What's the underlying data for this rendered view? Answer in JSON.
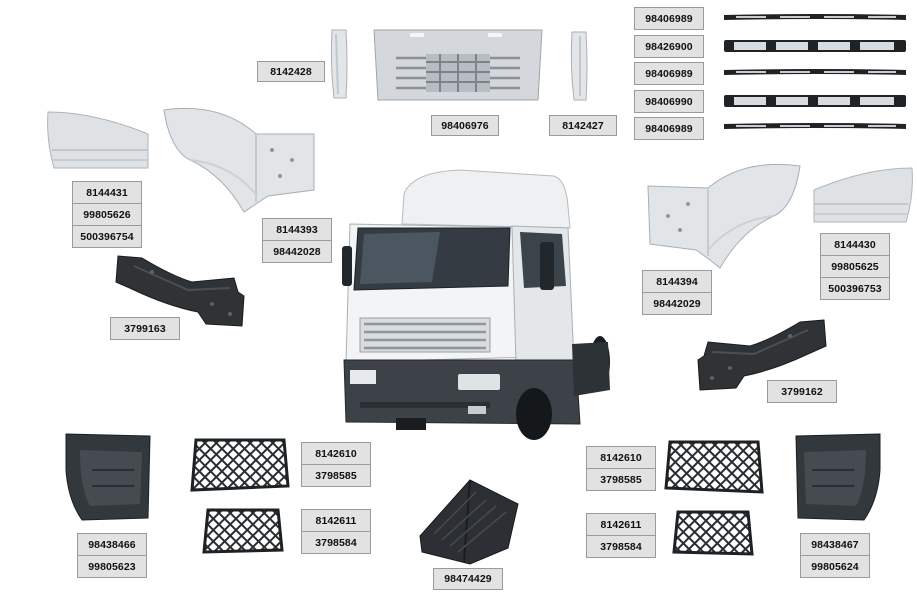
{
  "codes": {
    "deflector_left": "8142428",
    "grille": "98406976",
    "deflector_right": "8142427",
    "grille_strips": [
      "98406989",
      "98426900",
      "98406989",
      "98406990",
      "98406989"
    ],
    "fender_left_rear": [
      "8144431",
      "99805626",
      "500396754"
    ],
    "fender_left_front": [
      "8144393",
      "98442028"
    ],
    "fender_right_front": [
      "8144394",
      "98442029"
    ],
    "fender_right_rear": [
      "8144430",
      "99805625",
      "500396753"
    ],
    "bracket_left": "3799163",
    "bracket_right": "3799162",
    "mesh_left_upper": [
      "8142610",
      "3798585"
    ],
    "mesh_left_lower": [
      "8142611",
      "3798584"
    ],
    "mesh_right_upper": [
      "8142610",
      "3798585"
    ],
    "mesh_right_lower": [
      "8142611",
      "3798584"
    ],
    "step_left": [
      "98438466",
      "99805623"
    ],
    "step_right": [
      "98438467",
      "99805624"
    ],
    "center_cover": "98474429"
  },
  "colors": {
    "label_bg": "#e2e2e2",
    "label_border": "#9a9a9a",
    "light_part": "#dcdfe2",
    "dark_part": "#2e3134",
    "truck_white": "#f2f3f4"
  },
  "icons": [
    "deflector",
    "grille",
    "grille-strip",
    "fender",
    "bracket",
    "mesh-grille",
    "step-box",
    "cover",
    "truck"
  ]
}
